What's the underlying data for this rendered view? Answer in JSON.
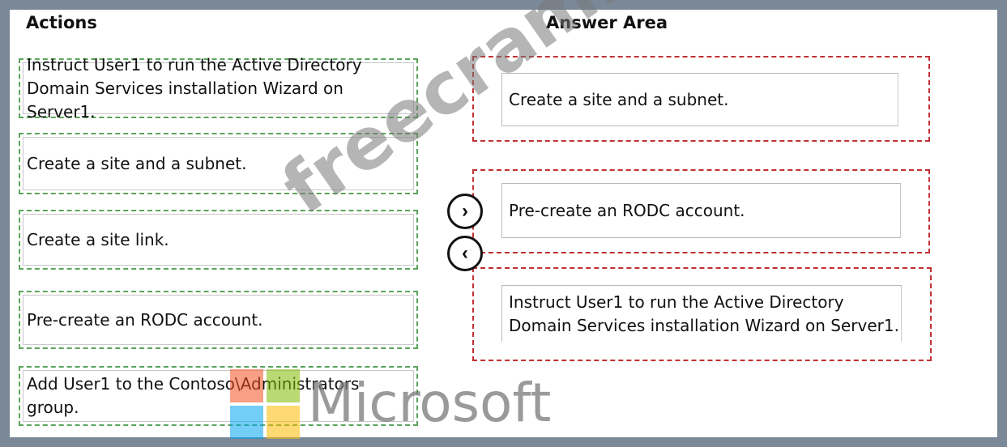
{
  "actions_heading": "Actions",
  "answer_heading": "Answer Area",
  "actions": [
    {
      "line1": "Instruct User1 to run the Active Directory",
      "line2": "Domain Services installation Wizard on Server1."
    },
    {
      "line1": "Create a site and a subnet.",
      "line2": ""
    },
    {
      "line1": "Create a site link.",
      "line2": ""
    },
    {
      "line1": "Pre-create an RODC account.",
      "line2": ""
    },
    {
      "line1": "Add User1 to the Contoso\\Administrators",
      "line2": "group."
    }
  ],
  "answers": [
    {
      "line1": "Create a site and a subnet.",
      "line2": ""
    },
    {
      "line1": "Pre-create an RODC account.",
      "line2": ""
    },
    {
      "line1": "Instruct User1 to run the Active Directory",
      "line2": "Domain Services installation Wizard on Server1."
    }
  ],
  "move_right_icon": "chevron-right-icon",
  "move_left_icon": "chevron-left-icon",
  "move_right_glyph": "›",
  "move_left_glyph": "‹",
  "watermark": "freecram.net",
  "brand_text": "Microsoft",
  "colors": {
    "action_border": "#5aa55a",
    "answer_border": "#c03030",
    "logo_red": "#f25022",
    "logo_green": "#7fba00",
    "logo_blue": "#00a4ef",
    "logo_yellow": "#ffb900"
  }
}
